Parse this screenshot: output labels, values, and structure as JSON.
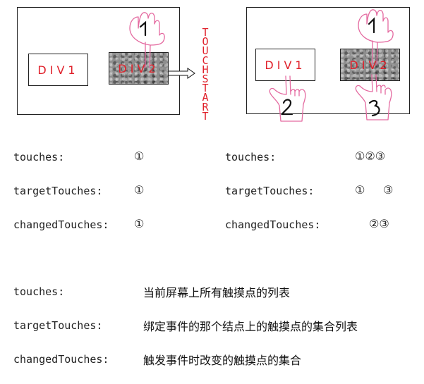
{
  "diagram": {
    "left_panel": {
      "div1": "DIV1",
      "div2": "DIV2"
    },
    "event_label": "TOUCHSTART",
    "right_panel": {
      "div1": "DIV1",
      "div2": "DIV2"
    },
    "fingers": {
      "one": "1",
      "two": "2",
      "three": "3"
    }
  },
  "before": {
    "touches_label": "touches:",
    "touches_value": "①",
    "targetTouches_label": "targetTouches:",
    "targetTouches_value": "①",
    "changedTouches_label": "changedTouches:",
    "changedTouches_value": "①"
  },
  "after": {
    "touches_label": "touches:",
    "touches_value": "①②③",
    "targetTouches_label": "targetTouches:",
    "targetTouches_value_a": "①",
    "targetTouches_value_b": "③",
    "changedTouches_label": "changedTouches:",
    "changedTouches_value": "②③"
  },
  "definitions": [
    {
      "term": "touches:",
      "desc": "当前屏幕上所有触摸点的列表"
    },
    {
      "term": "targetTouches:",
      "desc": "绑定事件的那个结点上的触摸点的集合列表"
    },
    {
      "term": "changedTouches:",
      "desc": "触发事件时改变的触摸点的集合"
    }
  ],
  "colors": {
    "accent": "#e0202a",
    "hand": "#e46aa0",
    "ink": "#222222"
  }
}
